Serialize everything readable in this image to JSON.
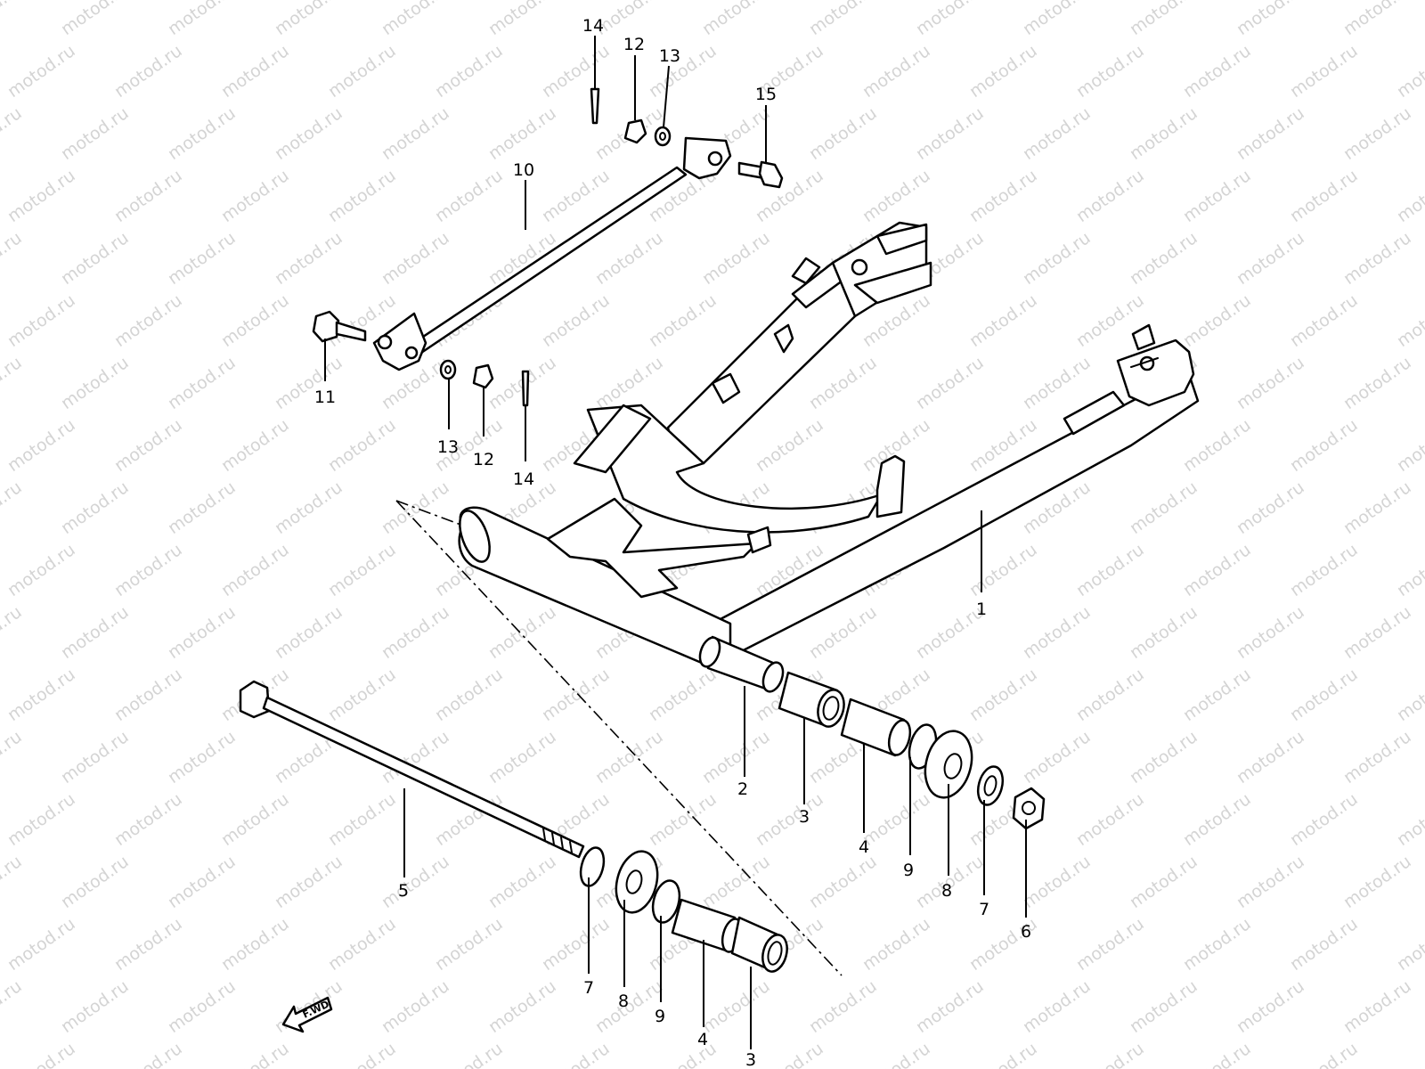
{
  "watermark": "motod.ru",
  "fwd_label": "F.WD",
  "labels": {
    "p1": "1",
    "p2": "2",
    "p3a": "3",
    "p3b": "3",
    "p4a": "4",
    "p4b": "4",
    "p5": "5",
    "p6": "6",
    "p7a": "7",
    "p7b": "7",
    "p8a": "8",
    "p8b": "8",
    "p9a": "9",
    "p9b": "9",
    "p10": "10",
    "p11": "11",
    "p12a": "12",
    "p12b": "12",
    "p13a": "13",
    "p13b": "13",
    "p14a": "14",
    "p14b": "14",
    "p15": "15"
  }
}
